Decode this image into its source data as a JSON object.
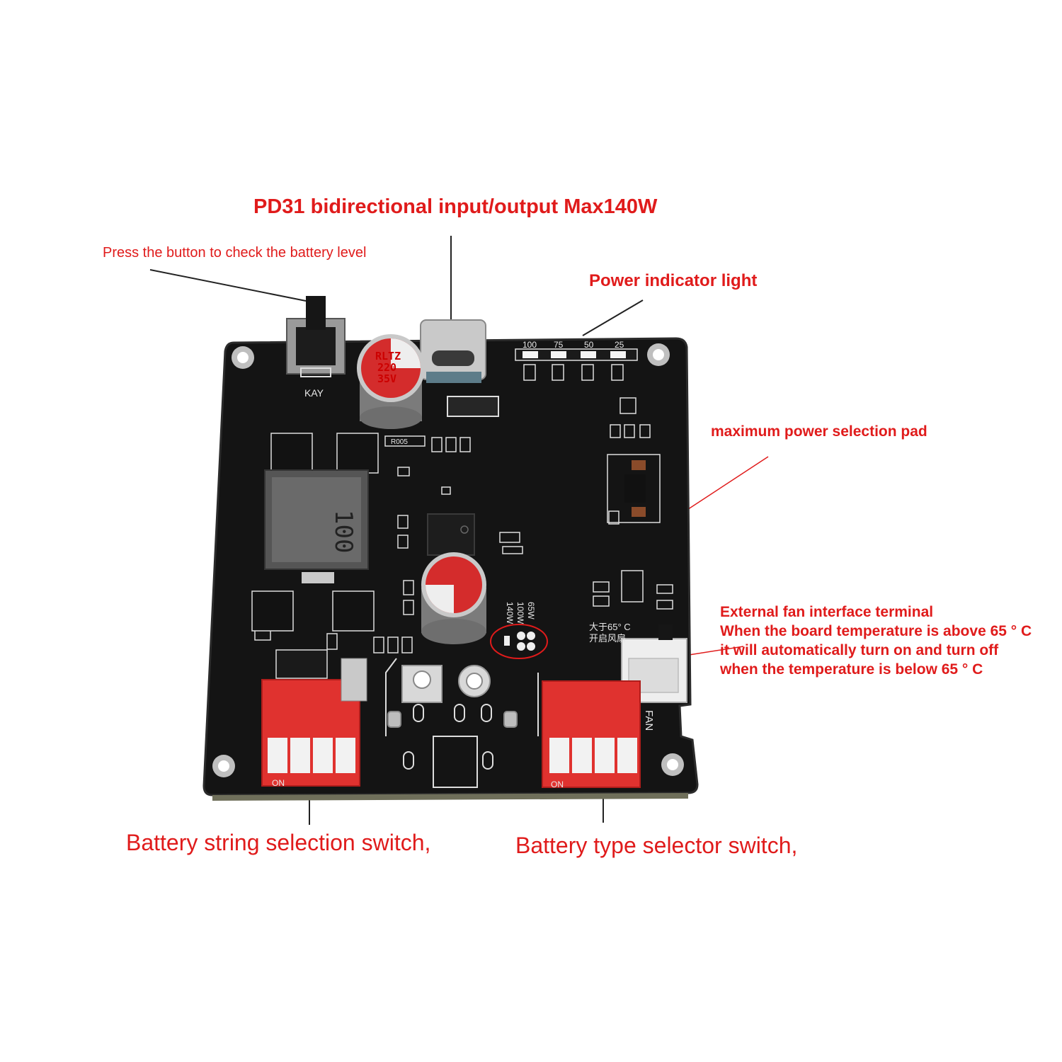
{
  "labels": {
    "pd31": "PD31 bidirectional input/output Max140W",
    "press_button": "Press the button to check the battery level",
    "power_indicator": "Power indicator light",
    "max_power_pad": "maximum power selection pad",
    "fan_line1": "External fan interface terminal",
    "fan_line2": "When the board temperature is above 65 ° C",
    "fan_line3": "it will automatically turn on and turn off",
    "fan_line4": "when the temperature is below 65 ° C",
    "string_switch": "Battery string selection switch,",
    "type_switch": "Battery type selector switch,"
  },
  "board_silk": {
    "button_label": "KAY",
    "led_100": "100",
    "led_75": "75",
    "led_50": "50",
    "led_25": "25",
    "cap1_line1": "RLTZ",
    "cap1_line2": "220",
    "cap1_line3": "35V",
    "inductor": "100",
    "pad_65": "65W",
    "pad_100": "100W",
    "pad_140": "140W",
    "fan_temp": "大于65° C",
    "fan_open": "开启风扇",
    "fan": "FAN",
    "dip_on_left": "ON",
    "dip_on_right": "ON",
    "resistor": "R005"
  },
  "colors": {
    "annotation": "#e01b1b",
    "board": "#141414",
    "dip": "#e0322f"
  }
}
